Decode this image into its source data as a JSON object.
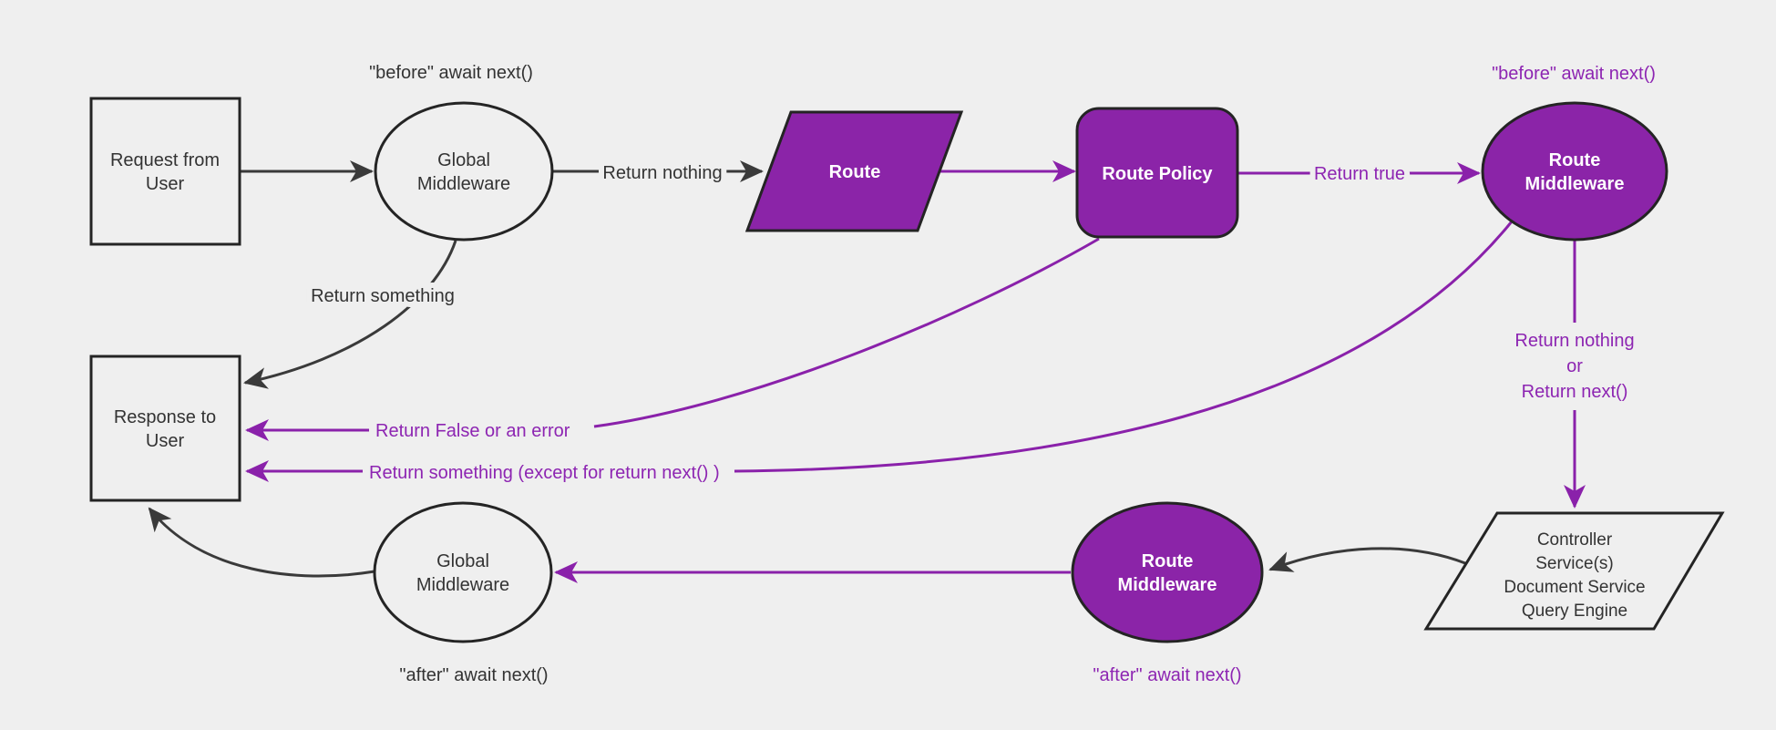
{
  "theme": {
    "bg": "#efefef",
    "purple_fill": "#8b24a8",
    "purple_line": "#8a21aa",
    "purple_label": "#8d25b2",
    "shape_border": "#242424",
    "dark_line": "#3a3a3a",
    "text_dark": "#333333",
    "text_light": "#ffffff"
  },
  "nodes": {
    "request_user": {
      "lines": [
        "Request from",
        "User"
      ]
    },
    "global_middleware_top": {
      "lines": [
        "Global",
        "Middleware"
      ]
    },
    "route": {
      "label": "Route"
    },
    "route_policy": {
      "label": "Route Policy"
    },
    "route_middleware_top": {
      "lines": [
        "Route",
        "Middleware"
      ]
    },
    "controllers": {
      "lines": [
        "Controller",
        "Service(s)",
        "Document Service",
        "Query Engine"
      ]
    },
    "route_middleware_bottom": {
      "lines": [
        "Route",
        "Middleware"
      ]
    },
    "global_middleware_bottom": {
      "lines": [
        "Global",
        "Middleware"
      ]
    },
    "response_user": {
      "lines": [
        "Response to",
        "User"
      ]
    }
  },
  "edge_labels": {
    "before_await_top": "\"before\" await next()",
    "return_nothing": "Return nothing",
    "return_true": "Return true",
    "before_await_right": "\"before\" await next()",
    "return_nothing_or": [
      "Return nothing",
      "or",
      "Return next()"
    ],
    "return_something": "Return something",
    "return_false": "Return False or an error",
    "return_something_except": "Return something (except for return next() )",
    "after_await_bottom_right": "\"after\" await next()",
    "after_await_bottom_left": "\"after\" await next()"
  }
}
